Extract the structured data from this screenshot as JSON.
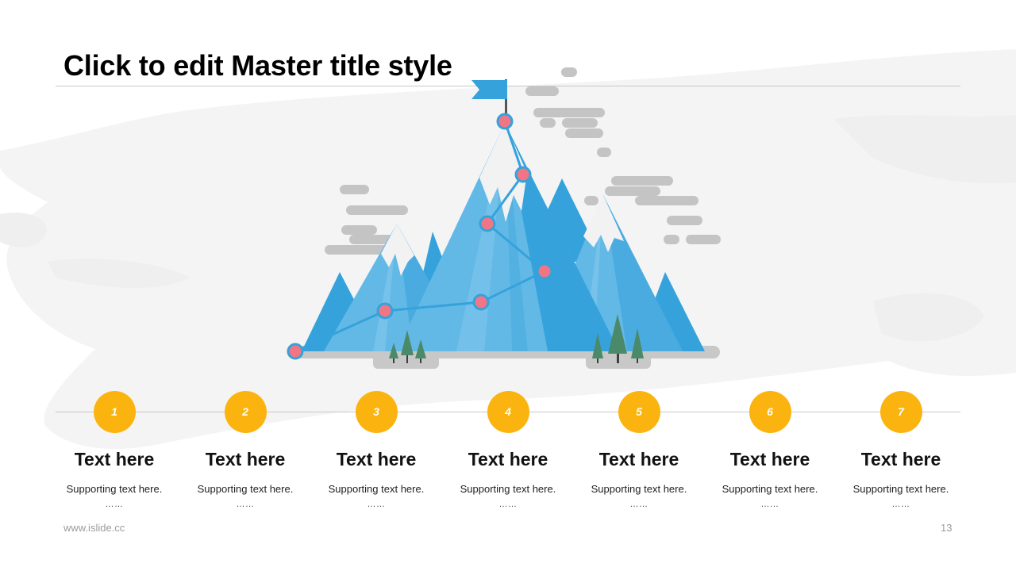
{
  "slide": {
    "title": "Click to edit Master title style",
    "footer_url": "www.islide.cc",
    "page_number": "13"
  },
  "colors": {
    "accent": "#fbb40f",
    "mountain_blue": "#35a2dc",
    "mountain_light": "#63b9e6",
    "node_pink": "#f07585",
    "cloud_gray": "#c4c4c4"
  },
  "illustration": {
    "name": "mountain-with-flag-path",
    "node_count": 7
  },
  "steps": [
    {
      "number": "1",
      "heading": "Text here",
      "text": "Supporting  text here.",
      "ellipsis": "……"
    },
    {
      "number": "2",
      "heading": "Text here",
      "text": "Supporting  text here.",
      "ellipsis": "……"
    },
    {
      "number": "3",
      "heading": "Text here",
      "text": "Supporting  text here.",
      "ellipsis": "……"
    },
    {
      "number": "4",
      "heading": "Text here",
      "text": "Supporting  text here.",
      "ellipsis": "……"
    },
    {
      "number": "5",
      "heading": "Text here",
      "text": "Supporting  text here.",
      "ellipsis": "……"
    },
    {
      "number": "6",
      "heading": "Text here",
      "text": "Supporting  text here.",
      "ellipsis": "……"
    },
    {
      "number": "7",
      "heading": "Text here",
      "text": "Supporting  text here.",
      "ellipsis": "……"
    }
  ]
}
